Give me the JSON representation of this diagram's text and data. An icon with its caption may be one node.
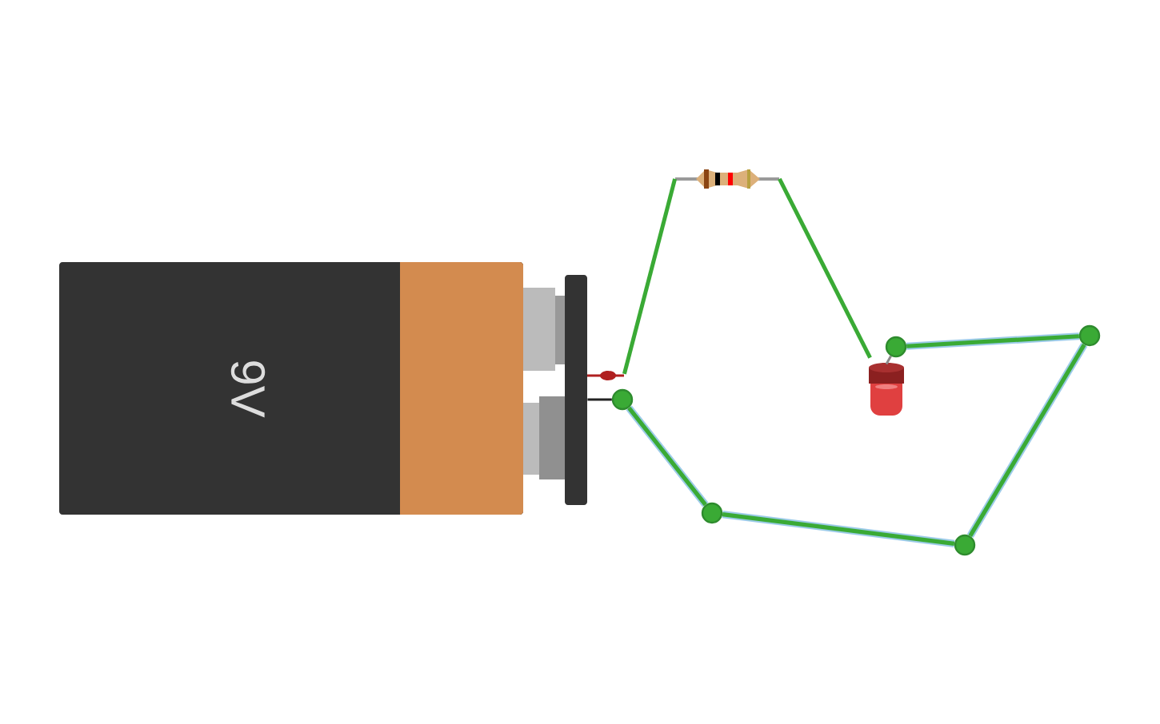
{
  "diagram": {
    "nodes": [
      {
        "text": [
          "9V"
        ]
      },
      {
        "text": [],
        "shape": "picture"
      },
      {
        "text": [],
        "shape": "picture"
      },
      {
        "text": [],
        "shape": "circle"
      },
      {
        "text": [],
        "shape": "circle"
      },
      {
        "text": [],
        "shape": "circle"
      },
      {
        "text": [],
        "shape": "circle"
      },
      {
        "text": [],
        "shape": "circle"
      }
    ],
    "edges": [
      {
        "from": 0,
        "to": 1,
        "arrow": "none",
        "color": "#3aaa35"
      },
      {
        "from": 1,
        "to": 2,
        "arrow": "none",
        "color": "#3aaa35"
      },
      {
        "from": 0,
        "to": 3,
        "arrow": "none",
        "color": "#222222"
      },
      {
        "from": 3,
        "to": 4,
        "arrow": "none",
        "style": "thick"
      },
      {
        "from": 4,
        "to": 5,
        "arrow": "none",
        "style": "thick"
      },
      {
        "from": 5,
        "to": 6,
        "arrow": "none",
        "style": "thick"
      },
      {
        "from": 6,
        "to": 7,
        "arrow": "none",
        "style": "thick"
      },
      {
        "from": 7,
        "to": 2,
        "arrow": "none",
        "color": "#8a8a8a"
      }
    ]
  }
}
